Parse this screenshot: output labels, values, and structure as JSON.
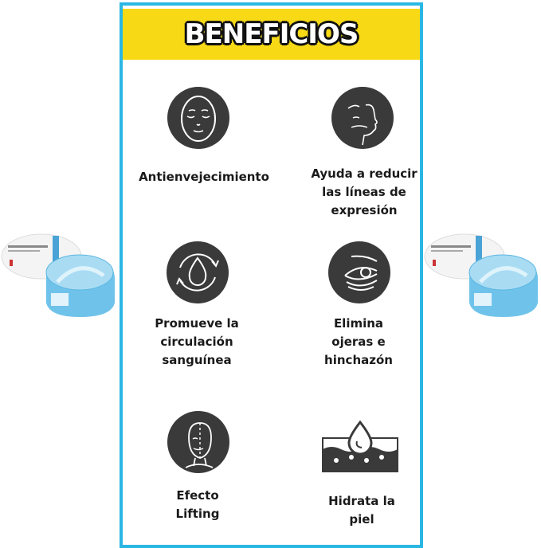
{
  "header": {
    "title": "BENEFICIOS"
  },
  "colors": {
    "border": "#2bb7e3",
    "header_bg": "#f7d916",
    "icon_bg": "#3a3a3a"
  },
  "benefits": [
    {
      "icon": "face-icon",
      "lines": [
        "Antienvejecimiento"
      ]
    },
    {
      "icon": "face-profile-icon",
      "lines": [
        "Ayuda a reducir",
        "las líneas de",
        "expresión"
      ]
    },
    {
      "icon": "circulation-drop-icon",
      "lines": [
        "Promueve la",
        "circulación",
        "sanguínea"
      ]
    },
    {
      "icon": "eye-wrinkles-icon",
      "lines": [
        "Elimina",
        "ojeras e",
        "hinchazón"
      ]
    },
    {
      "icon": "face-lift-icon",
      "lines": [
        "Efecto",
        "Lifting"
      ]
    },
    {
      "icon": "skin-hydration-icon",
      "lines": [
        "Hidrata la",
        "piel"
      ]
    }
  ],
  "products": [
    {
      "name": "eye-patch-jar"
    },
    {
      "name": "eye-patch-jar"
    }
  ]
}
